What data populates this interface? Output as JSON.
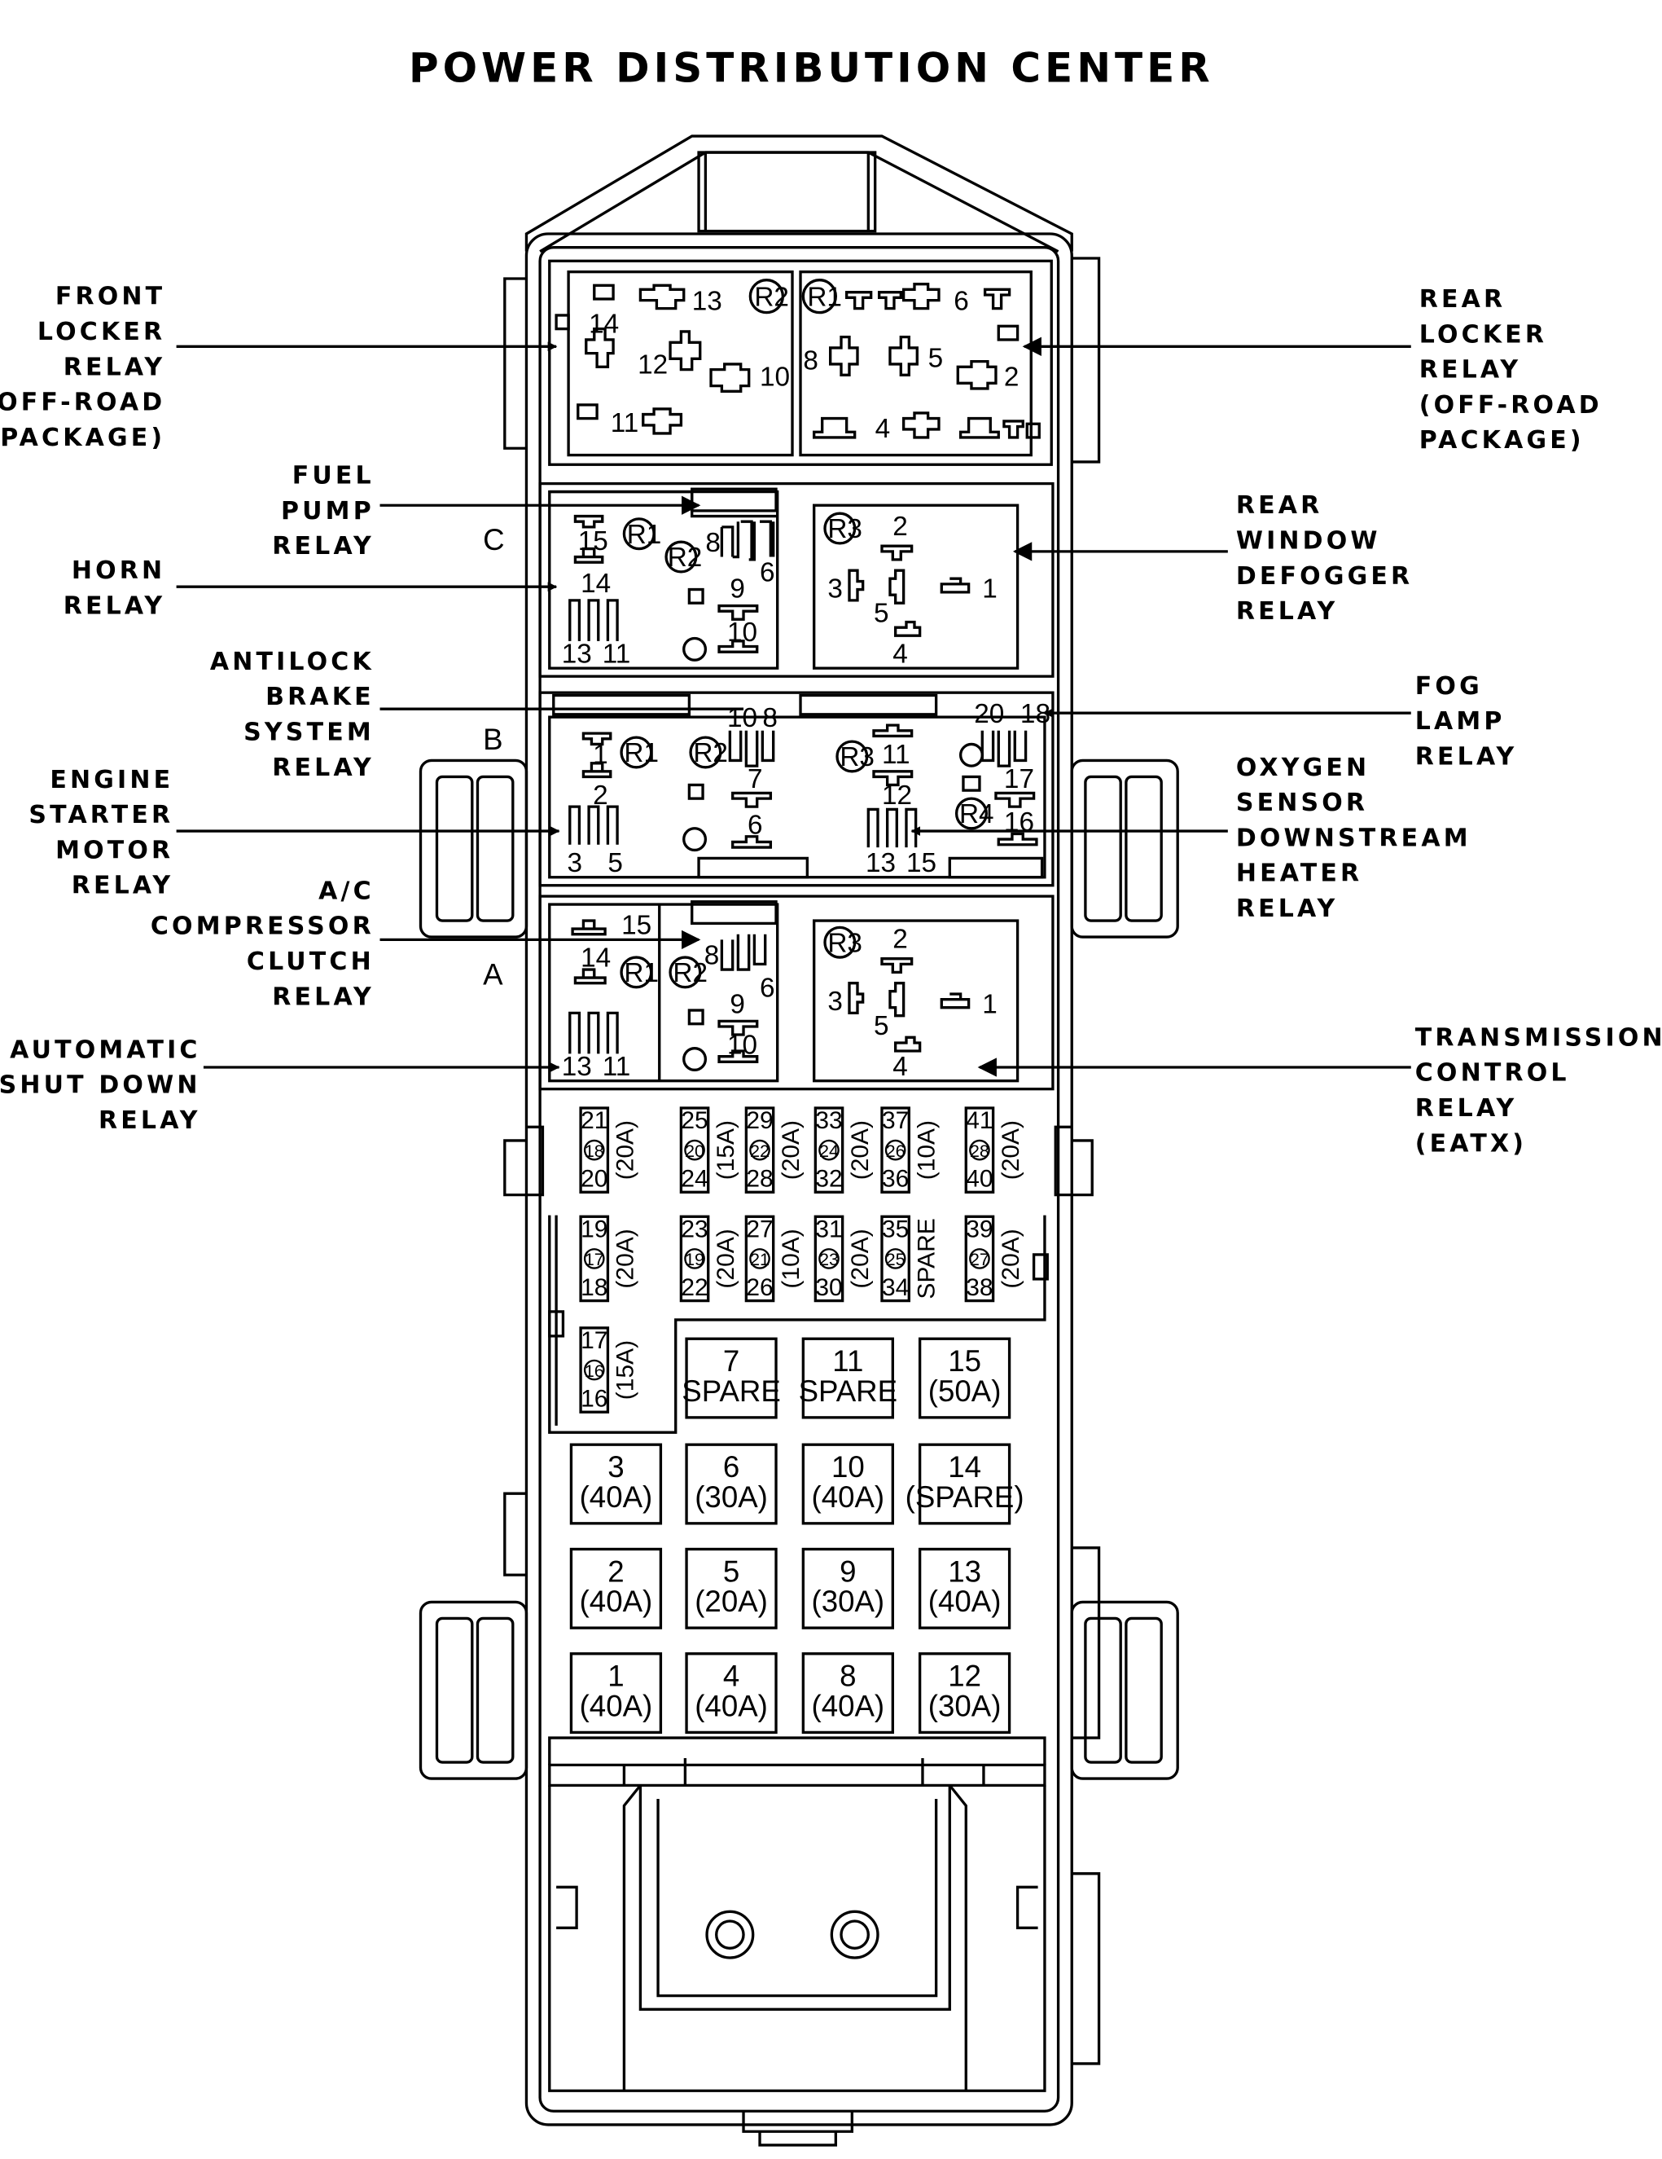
{
  "title": "POWER DISTRIBUTION CENTER",
  "callouts": {
    "front_locker": [
      "FRONT",
      "LOCKER",
      "RELAY",
      "(OFF-ROAD",
      "PACKAGE)"
    ],
    "rear_locker": [
      "REAR",
      "LOCKER",
      "RELAY",
      "(OFF-ROAD",
      "PACKAGE)"
    ],
    "fuel_pump": [
      "FUEL",
      "PUMP",
      "RELAY"
    ],
    "horn": [
      "HORN",
      "RELAY"
    ],
    "rear_window_defogger": [
      "REAR",
      "WINDOW",
      "DEFOGGER",
      "RELAY"
    ],
    "antilock_brake": [
      "ANTILOCK",
      "BRAKE",
      "SYSTEM",
      "RELAY"
    ],
    "fog_lamp": [
      "FOG",
      "LAMP",
      "RELAY"
    ],
    "engine_starter": [
      "ENGINE",
      "STARTER",
      "MOTOR",
      "RELAY"
    ],
    "oxygen_sensor": [
      "OXYGEN",
      "SENSOR",
      "DOWNSTREAM",
      "HEATER",
      "RELAY"
    ],
    "ac_compressor": [
      "A/C",
      "COMPRESSOR",
      "CLUTCH",
      "RELAY"
    ],
    "automatic_shutdown": [
      "AUTOMATIC",
      "SHUT DOWN",
      "RELAY"
    ],
    "transmission_control": [
      "TRANSMISSION",
      "CONTROL",
      "RELAY",
      "(EATX)"
    ]
  },
  "section_letters": {
    "c": "C",
    "b": "B",
    "a": "A"
  },
  "top_left_terminals": [
    "13",
    "R2",
    "14",
    "12",
    "10",
    "11"
  ],
  "top_right_terminals": [
    "R1",
    "6",
    "8",
    "5",
    "2",
    "4"
  ],
  "row_c_left_terminals": [
    "R1",
    "8",
    "15",
    "R2",
    "6",
    "14",
    "9",
    "10",
    "13",
    "11"
  ],
  "row_c_right_terminals": [
    "R3",
    "2",
    "3",
    "1",
    "5",
    "4"
  ],
  "row_b_terminals": [
    "10",
    "8",
    "20",
    "18",
    "1",
    "R1",
    "R2",
    "R3",
    "11",
    "2",
    "7",
    "12",
    "17",
    "6",
    "R4",
    "16",
    "3",
    "5",
    "13",
    "15"
  ],
  "row_a_left_terminals": [
    "15",
    "R2",
    "8",
    "14",
    "R1",
    "6",
    "9",
    "10",
    "13",
    "11"
  ],
  "row_a_right_terminals": [
    "R3",
    "2",
    "3",
    "1",
    "5",
    "4"
  ],
  "mini_fuses_row1": [
    {
      "top": "21",
      "circle": "18",
      "bottom": "20",
      "rating": "(20A)"
    },
    {
      "top": "25",
      "circle": "20",
      "bottom": "24",
      "rating": "(15A)"
    },
    {
      "top": "29",
      "circle": "22",
      "bottom": "28",
      "rating": "(20A)"
    },
    {
      "top": "33",
      "circle": "24",
      "bottom": "32",
      "rating": "(20A)"
    },
    {
      "top": "37",
      "circle": "26",
      "bottom": "36",
      "rating": "(10A)"
    },
    {
      "top": "41",
      "circle": "28",
      "bottom": "40",
      "rating": "(20A)"
    }
  ],
  "mini_fuses_row2": [
    {
      "top": "19",
      "circle": "17",
      "bottom": "18",
      "rating": "(20A)"
    },
    {
      "top": "23",
      "circle": "19",
      "bottom": "22",
      "rating": "(20A)"
    },
    {
      "top": "27",
      "circle": "21",
      "bottom": "26",
      "rating": "(10A)"
    },
    {
      "top": "31",
      "circle": "23",
      "bottom": "30",
      "rating": "(20A)"
    },
    {
      "top": "35",
      "circle": "25",
      "bottom": "34",
      "rating": "SPARE"
    },
    {
      "top": "39",
      "circle": "27",
      "bottom": "38",
      "rating": "(20A)"
    }
  ],
  "mini_fuse_17": {
    "top": "17",
    "circle": "16",
    "bottom": "16",
    "rating": "(15A)"
  },
  "maxi_fuses": [
    [
      {
        "n": "7",
        "r": "SPARE"
      },
      {
        "n": "11",
        "r": "SPARE"
      },
      {
        "n": "15",
        "r": "(50A)"
      }
    ],
    [
      {
        "n": "3",
        "r": "(40A)"
      },
      {
        "n": "6",
        "r": "(30A)"
      },
      {
        "n": "10",
        "r": "(40A)"
      },
      {
        "n": "14",
        "r": "(SPARE)"
      }
    ],
    [
      {
        "n": "2",
        "r": "(40A)"
      },
      {
        "n": "5",
        "r": "(20A)"
      },
      {
        "n": "9",
        "r": "(30A)"
      },
      {
        "n": "13",
        "r": "(40A)"
      }
    ],
    [
      {
        "n": "1",
        "r": "(40A)"
      },
      {
        "n": "4",
        "r": "(40A)"
      },
      {
        "n": "8",
        "r": "(40A)"
      },
      {
        "n": "12",
        "r": "(30A)"
      }
    ]
  ]
}
